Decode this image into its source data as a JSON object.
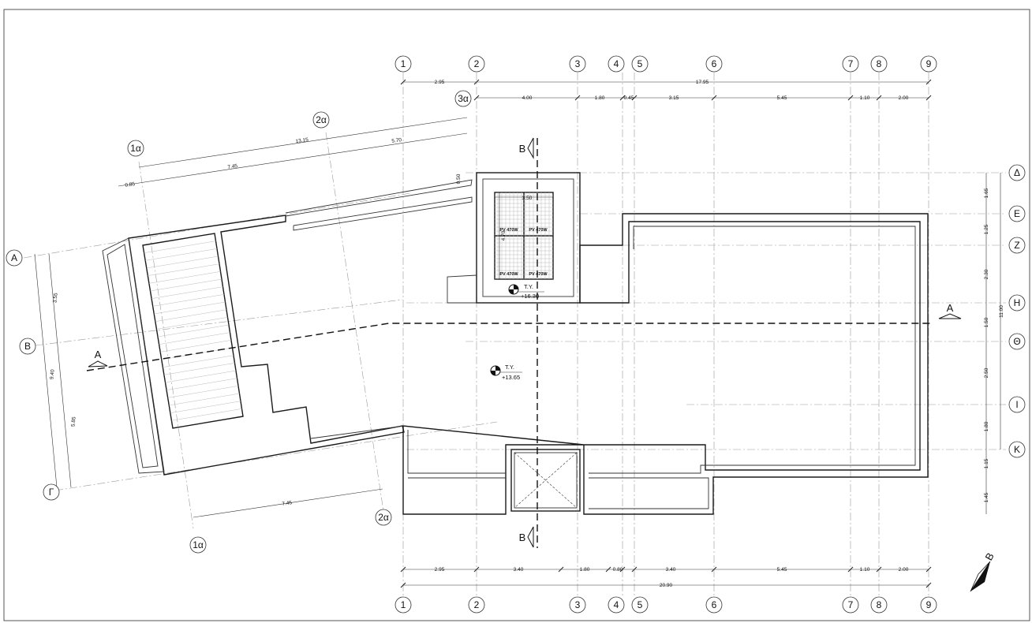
{
  "axes_top": [
    "1",
    "2",
    "3",
    "4",
    "5",
    "6",
    "7",
    "8",
    "9"
  ],
  "axes_bottom": [
    "1",
    "2",
    "3",
    "4",
    "5",
    "6",
    "7",
    "8",
    "9"
  ],
  "axes_right": [
    "Δ",
    "Ε",
    "Ζ",
    "Η",
    "Θ",
    "Ι",
    "Κ"
  ],
  "axes_left": [
    "Α",
    "Β",
    "Γ"
  ],
  "axis_3a": "3α",
  "axis_2a_top": "2α",
  "axis_1a_top": "1α",
  "axis_2a_bottom": "2α",
  "axis_1a_bottom": "1α",
  "dims_top_row1": [
    "2.95",
    "17.95"
  ],
  "dims_top_row2": [
    "4.00",
    "1.80",
    "0.45",
    "3.15",
    "5.45",
    "1.10",
    "2.00"
  ],
  "dims_bottom_row1": [
    "2.95",
    "3.40",
    "1.80",
    "0.80",
    "3.40",
    "5.45",
    "1.10",
    "2.00"
  ],
  "dims_bottom_total": "20.90",
  "dims_right": [
    "1.65",
    "1.25",
    "2.30",
    "1.50",
    "2.50",
    "1.80",
    "1.15",
    "1.45"
  ],
  "dims_right_total": "11.00",
  "dims_left": [
    "3.55",
    "5.85"
  ],
  "dims_left_total": "9.40",
  "dims_skew_top": [
    "13.15",
    "7.45",
    "5.70",
    "0.85",
    "0.50"
  ],
  "dims_skew_bottom": "7.45",
  "pv_box": {
    "width": "3.50",
    "height": "4.70",
    "panel_label": "PV 470W"
  },
  "pv_panels": [
    "PV 470W",
    "PV 470W",
    "PV 470W",
    "PV 470W"
  ],
  "level_roof": {
    "label": "Τ.Υ.",
    "value": "+16.30"
  },
  "level_main": {
    "label": "Τ.Υ.",
    "value": "+13.65"
  },
  "section_a": "A",
  "section_b": "B",
  "north_label": "B"
}
